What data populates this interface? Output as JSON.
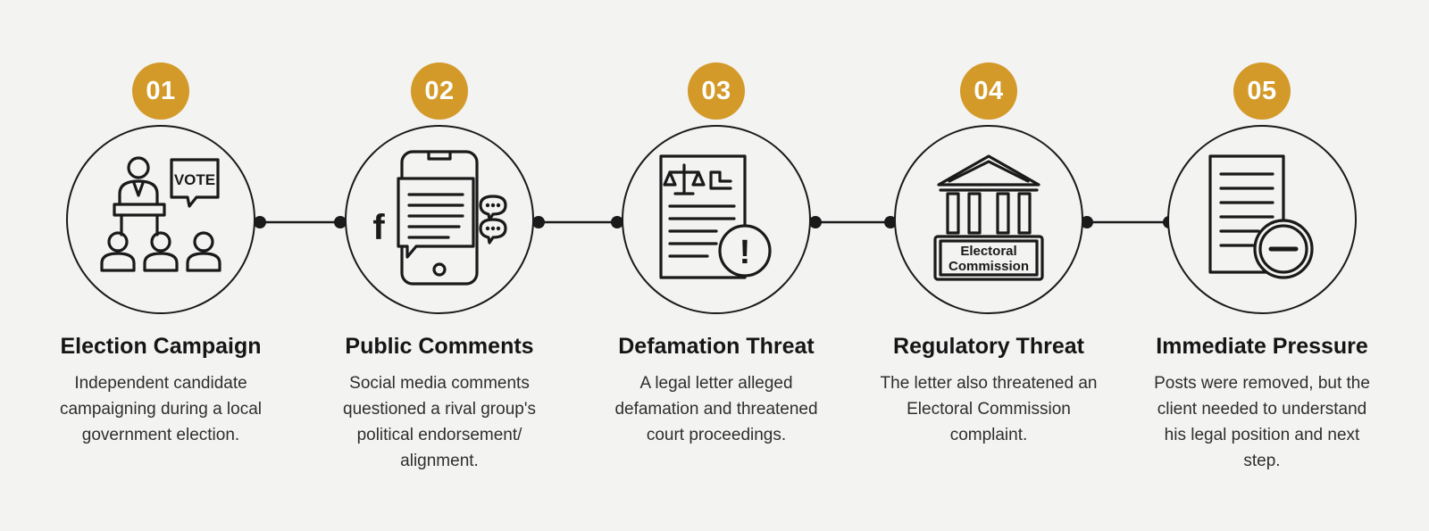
{
  "steps": [
    {
      "number": "01",
      "title": "Election Campaign",
      "description": "Independent candidate campaigning during a local government election.",
      "icon": "candidate-podium-vote-icon",
      "icon_text": "VOTE"
    },
    {
      "number": "02",
      "title": "Public Comments",
      "description": "Social media comments questioned a rival group's political endorsement/ alignment.",
      "icon": "social-media-phone-icon",
      "icon_text": "f"
    },
    {
      "number": "03",
      "title": "Defamation Threat",
      "description": "A legal letter alleged defamation and threatened court proceedings.",
      "icon": "legal-letter-warning-icon",
      "icon_text": "!"
    },
    {
      "number": "04",
      "title": "Regulatory Threat",
      "description": "The letter also threatened an Electoral Commission complaint.",
      "icon": "electoral-commission-building-icon",
      "icon_text_line1": "Electoral",
      "icon_text_line2": "Commission"
    },
    {
      "number": "05",
      "title": "Immediate Pressure",
      "description": "Posts were removed, but the client needed to understand his legal position and next step.",
      "icon": "document-removed-icon"
    }
  ],
  "colors": {
    "badge": "#d39a2a",
    "line": "#1a1a1a",
    "background": "#f3f3f2"
  }
}
